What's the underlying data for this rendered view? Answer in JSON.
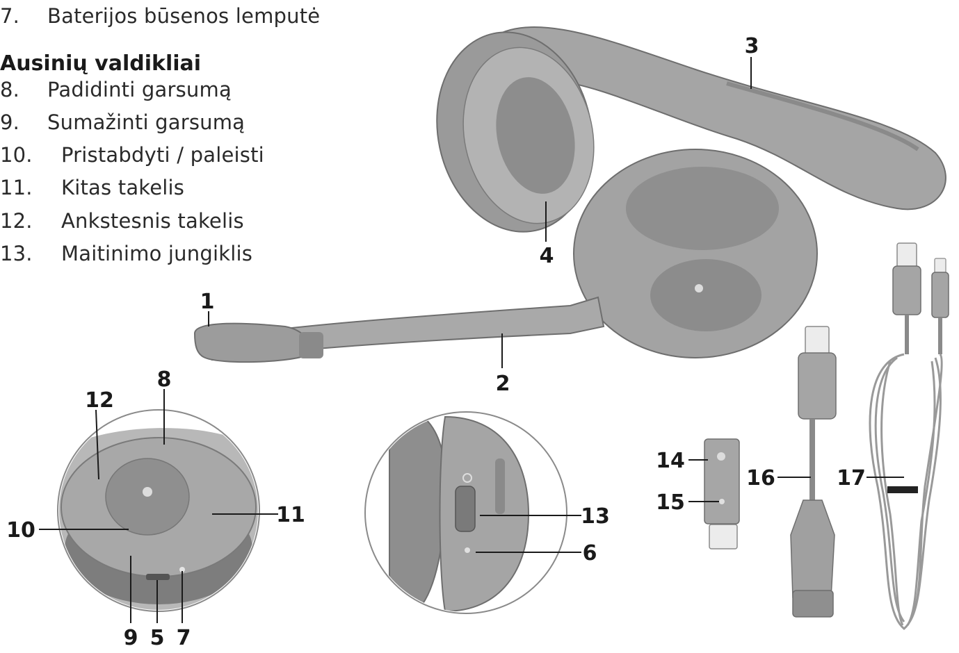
{
  "legend": {
    "top_item": {
      "num": "7.",
      "label": "Baterijos būsenos lemputė"
    },
    "heading": "Ausinių valdikliai",
    "items": [
      {
        "num": "8.",
        "label": "Padidinti garsumą"
      },
      {
        "num": "9.",
        "label": "Sumažinti garsumą"
      },
      {
        "num": "10.",
        "label": "Pristabdyti / paleisti"
      },
      {
        "num": "11.",
        "label": "Kitas takelis"
      },
      {
        "num": "12.",
        "label": "Ankstesnis takelis"
      },
      {
        "num": "13.",
        "label": "Maitinimo jungiklis"
      }
    ]
  },
  "callouts": {
    "c1": "1",
    "c2": "2",
    "c3": "3",
    "c4": "4",
    "c5": "5",
    "c6": "6",
    "c7": "7",
    "c8": "8",
    "c9": "9",
    "c10": "10",
    "c11": "11",
    "c12": "12",
    "c13": "13",
    "c14": "14",
    "c15": "15",
    "c16": "16",
    "c17": "17"
  },
  "colors": {
    "device_dark": "#8a8a8a",
    "device_mid": "#a9a9a9",
    "device_light": "#c4c4c4",
    "outline": "#6e6e6e",
    "leader": "#1a1a1a"
  }
}
